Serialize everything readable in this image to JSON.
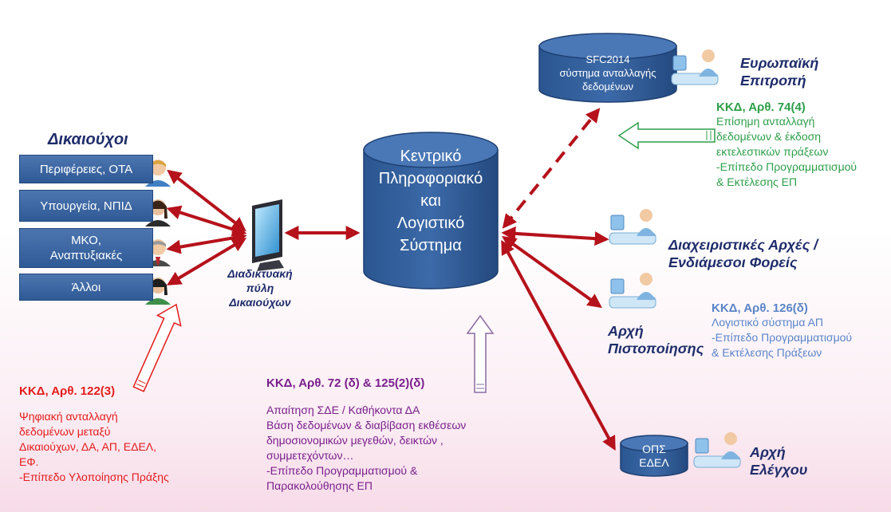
{
  "beneficiaries": {
    "heading": "Δικαιούχοι",
    "items": [
      {
        "label": "Περιφέρειες, ΟΤΑ"
      },
      {
        "label": "Υπουργεία, ΝΠΙΔ"
      },
      {
        "label": "ΜΚΟ,\nΑναπτυξιακές"
      },
      {
        "label": "Άλλοι"
      }
    ]
  },
  "portal": {
    "lines": [
      "Διαδικτυακή",
      "πύλη",
      "Δικαιούχων"
    ]
  },
  "central_system": {
    "lines": [
      "Κεντρικό",
      "Πληροφοριακό",
      "και",
      "Λογιστικό",
      "Σύστημα"
    ]
  },
  "sfc": {
    "lines": [
      "SFC2014",
      "σύστημα ανταλλαγής",
      "δεδομένων"
    ]
  },
  "ops": {
    "lines": [
      "ΟΠΣ",
      "ΕΔΕΛ"
    ]
  },
  "roles": {
    "european_commission": [
      "Ευρωπαϊκή",
      "Επιτροπή"
    ],
    "managing_authorities": [
      "Διαχειριστικές Αρχές /",
      "Ενδιάμεσοι Φορείς"
    ],
    "certifying_authority": [
      "Αρχή",
      "Πιστοποίησης"
    ],
    "audit_authority": [
      "Αρχή",
      "Ελέγχου"
    ]
  },
  "notes": {
    "art74": {
      "title": "ΚΚΔ,  Αρθ. 74(4)",
      "lines": [
        "Επίσημη ανταλλαγή",
        "δεδομένων & έκδοση",
        "εκτελεστικών πράξεων",
        "-Επίπεδο Προγραμματισμού",
        "& Εκτέλεσης ΕΠ"
      ],
      "color": "#2e9e4a"
    },
    "art126": {
      "title": "ΚΚΔ, Αρθ. 126(δ)",
      "lines": [
        "Λογιστικό σύστημα ΑΠ",
        "-Επίπεδο Προγραμματισμού",
        "& Εκτέλεσης Πράξεων"
      ],
      "color": "#5a84c8"
    },
    "art122": {
      "title": "ΚΚΔ, Αρθ. 122(3)",
      "lines": [
        "Ψηφιακή ανταλλαγή",
        "δεδομένων μεταξύ",
        "Δικαιούχων, ΔΑ, ΑΠ, ΕΔΕΛ,",
        "ΕΦ.",
        "-Επίπεδο Υλοποίησης Πράξης"
      ],
      "color": "#e41c1c"
    },
    "art72": {
      "title": "ΚΚΔ, Αρθ. 72 (δ) & 125(2)(δ)",
      "lines": [
        "Απαίτηση ΣΔΕ / Καθήκοντα  ΔΑ",
        "Βάση δεδομένων & διαβίβαση εκθέσεων",
        "δημοσιονομικών μεγεθών, δεικτών ,",
        "συμμετεχόντων…",
        "-Επίπεδο Προγραμματισμού  &",
        "Παρακολούθησης ΕΠ"
      ],
      "color": "#7a1f8c"
    }
  },
  "colors": {
    "arrow": "#b5121b",
    "cylinder": "#2f5a96",
    "box": "#3a66a3",
    "heading": "#1f2d6b"
  }
}
